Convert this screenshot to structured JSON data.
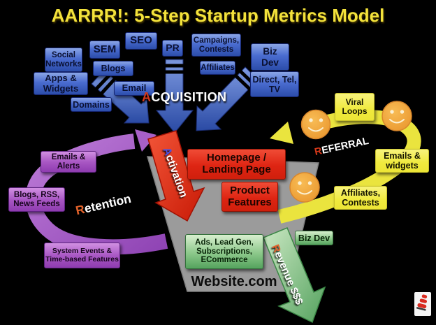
{
  "title": "AARRR!: 5-Step Startup Metrics Model",
  "stages": {
    "acquisition": {
      "lead": "A",
      "rest": "CQUISITION"
    },
    "activation": {
      "lead": "A",
      "rest": "ctivation"
    },
    "retention": {
      "lead": "R",
      "rest": "etention"
    },
    "referral": {
      "lead": "R",
      "rest": "EFERRAL"
    },
    "revenue": {
      "lead": "R",
      "rest": "evenue $$$"
    }
  },
  "funnel": {
    "website_label": "Website.com"
  },
  "boxes": {
    "acquisition_channels": [
      "Social\nNetworks",
      "SEM",
      "SEO",
      "PR",
      "Campaigns,\nContests",
      "Biz\nDev",
      "Blogs",
      "Affiliates",
      "Apps &\nWidgets",
      "Email",
      "Direct, Tel,\nTV",
      "Domains"
    ],
    "activation_steps": [
      "Homepage /\nLanding Page",
      "Product\nFeatures"
    ],
    "retention_tactics": [
      "Emails & Alerts",
      "Blogs, RSS,\nNews Feeds",
      "System Events &\nTime-based Features"
    ],
    "referral_tactics": [
      "Viral\nLoops",
      "Emails &\nwidgets",
      "Affiliates,\nContests"
    ],
    "revenue_streams": [
      "Ads, Lead Gen,\nSubscriptions,\nECommerce",
      "Biz Dev"
    ]
  },
  "icons": {
    "smiley": "smiley-face-icon",
    "logo": "cat-hat-logo-icon"
  },
  "colors": {
    "background": "#000000",
    "title_yellow": "#f3e23b",
    "acquisition_blue": "#4a6cd0",
    "activation_red": "#de2513",
    "retention_purple": "#a959c4",
    "referral_yellow": "#eae43e",
    "revenue_green": "#6ab06e",
    "funnel_gray": "#9b9b9b",
    "smiley_orange": "#f0a23c"
  }
}
